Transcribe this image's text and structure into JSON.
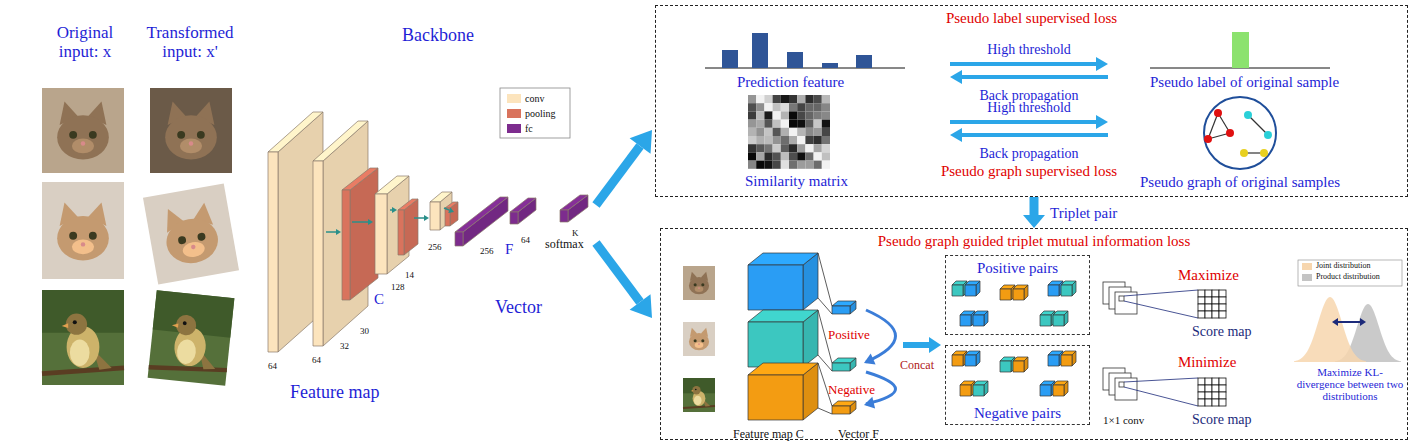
{
  "diagram": {
    "nodes": [
      {
        "text": [
          "Pseudo label supervised loss"
        ]
      },
      {
        "text": [
          "Pseudo graph of original samples"
        ],
        "in": 0
      },
      {
        "text": [
          "Pseudo graph guided triplet mutual information loss"
        ]
      },
      {
        "text": [
          "Positive pairs"
        ],
        "in": 2
      },
      {
        "text": [
          "Negative pairs"
        ],
        "in": 2
      }
    ],
    "edges": [
      {
        "from": 0,
        "to": 2,
        "label": "Triplet pair",
        "arrow": "to"
      }
    ],
    "labels": [
      "Original input: x",
      "Transformed input: x'",
      "Backbone",
      "64",
      "64",
      "32",
      "30",
      "128",
      "14",
      "256",
      "256",
      "64",
      "K",
      "C",
      "F",
      "softmax",
      "Vector",
      "Feature map",
      "Prediction feature",
      "High threshold",
      "Back propagation",
      "Pseudo label of original sample",
      "Similarity matrix",
      "High threshold",
      "Back propagation",
      "Pseudo graph supervised loss",
      "Positive",
      "Negative",
      "Concat",
      "Feature map C",
      "Vector F",
      "Maximize",
      "Score map",
      "Minimize",
      "Score map",
      "1×1 conv",
      "Maximize KL-divergence between two distributions"
    ],
    "legend": [
      {
        "text": "conv",
        "color": "#fce4bd"
      },
      {
        "text": "pooling",
        "color": "#d9735d"
      },
      {
        "text": "fc",
        "color": "#7d2c8e"
      },
      {
        "text": "Joint distribution",
        "color": "#f7d6ae"
      },
      {
        "text": "Product distribution",
        "color": "#c4c4c4"
      }
    ]
  }
}
